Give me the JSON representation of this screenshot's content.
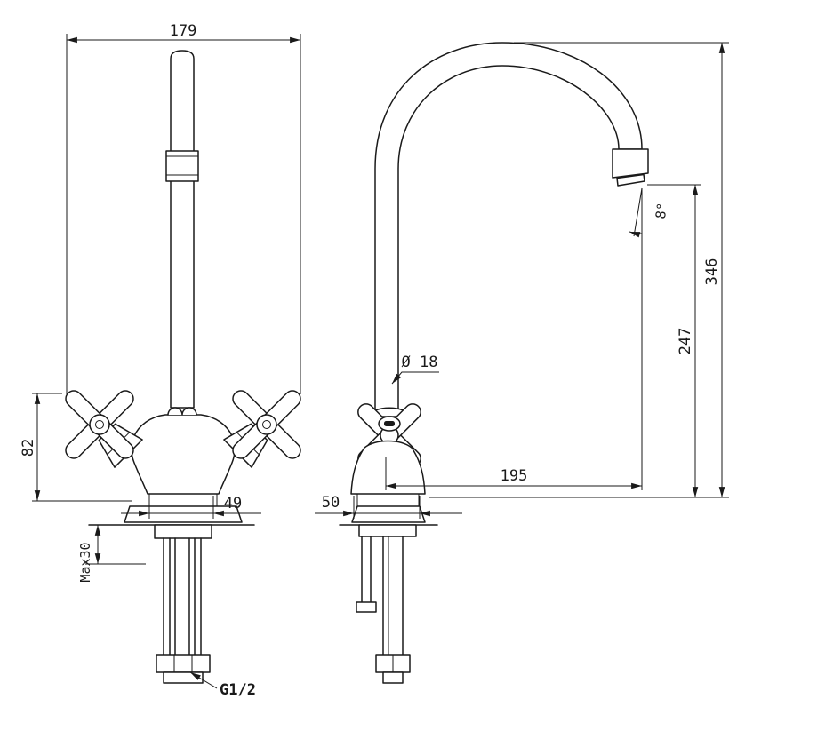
{
  "drawing": {
    "type": "technical-dimension-drawing",
    "subject": "two-handle mono kitchen faucet, front and side views",
    "colors": {
      "line": "#1a1a1a",
      "background": "#ffffff"
    },
    "dimensions": {
      "spout_width": "179",
      "handle_height": "82",
      "max_mount_thickness": "Max30",
      "body_base_width_front": "49",
      "thread_size": "G1/2",
      "body_base_width_side": "50",
      "spout_diameter": "Ø 18",
      "outlet_angle": "8°",
      "spout_reach": "195",
      "outlet_height": "247",
      "total_height": "346"
    }
  }
}
